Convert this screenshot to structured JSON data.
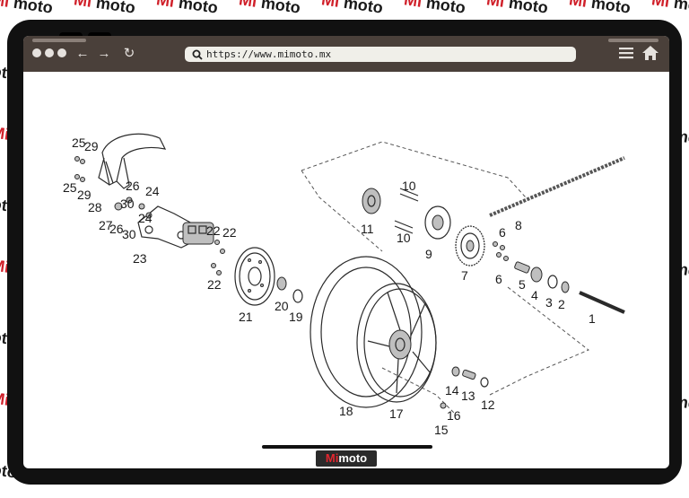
{
  "watermark": {
    "word_red": "Mi",
    "word_dark": "moto"
  },
  "browser": {
    "url": "https://www.mimoto.mx"
  },
  "logo": {
    "part_red": "Mi",
    "part_white": "moto"
  },
  "diagram": {
    "labels": [
      "1",
      "2",
      "3",
      "4",
      "5",
      "6",
      "6",
      "7",
      "8",
      "9",
      "10",
      "10",
      "11",
      "12",
      "13",
      "14",
      "15",
      "16",
      "17",
      "18",
      "19",
      "20",
      "21",
      "22",
      "22",
      "22",
      "23",
      "24",
      "24",
      "25",
      "25",
      "26",
      "26",
      "27",
      "28",
      "29",
      "29",
      "30",
      "30"
    ]
  },
  "colors": {
    "frame": "#111111",
    "toolbar": "#4a403a",
    "brand_red": "#d0202a"
  }
}
